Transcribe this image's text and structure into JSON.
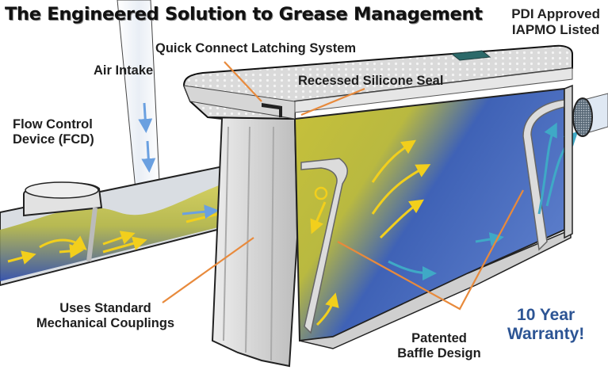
{
  "title": "The Engineered Solution to Grease Management",
  "certifications": [
    "PDI Approved",
    "IAPMO Listed"
  ],
  "callouts": {
    "quick_connect": "Quick Connect Latching System",
    "air_intake": "Air Intake",
    "recessed_seal": "Recessed Silicone Seal",
    "flow_control": [
      "Flow Control",
      "Device (FCD)"
    ],
    "couplings": [
      "Uses Standard",
      "Mechanical Couplings"
    ],
    "baffle": [
      "Patented",
      "Baffle Design"
    ]
  },
  "warranty": [
    "10 Year",
    "Warranty!"
  ],
  "colors": {
    "callout_line": "#e88a3c",
    "warranty_text": "#2c5494",
    "grease_yellow": "#c9c43a",
    "water_blue": "#3a5fb0",
    "flow_arrow_yellow": "#f2cf1c",
    "flow_arrow_teal": "#3fa9c6",
    "body_gray": "#d8d8d8"
  }
}
